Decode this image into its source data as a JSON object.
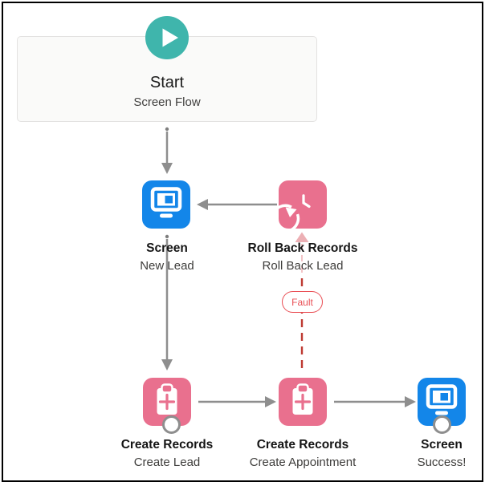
{
  "flow": {
    "start": {
      "title": "Start",
      "subtitle": "Screen Flow",
      "icon": "play-icon"
    },
    "nodes": [
      {
        "title": "Screen",
        "subtitle": "New Lead",
        "type": "screen",
        "icon": "screen-icon"
      },
      {
        "title": "Roll Back Records",
        "subtitle": "Roll Back Lead",
        "type": "rollback",
        "icon": "history-icon"
      },
      {
        "title": "Create Records",
        "subtitle": "Create Lead",
        "type": "create-records",
        "icon": "clipboard-plus-icon"
      },
      {
        "title": "Create Records",
        "subtitle": "Create Appointment",
        "type": "create-records",
        "icon": "clipboard-plus-icon"
      },
      {
        "title": "Screen",
        "subtitle": "Success!",
        "type": "screen",
        "icon": "screen-icon"
      }
    ],
    "fault_connector": {
      "label": "Fault"
    },
    "colors": {
      "start_teal": "#3FB5AC",
      "screen_blue": "#1386E9",
      "data_pink": "#E9708E",
      "connector_gray": "#8E8E8E",
      "fault_red": "#BE3A32",
      "fault_label_red": "#E94D53",
      "fault_faded_pink": "#F2C4C7"
    }
  }
}
